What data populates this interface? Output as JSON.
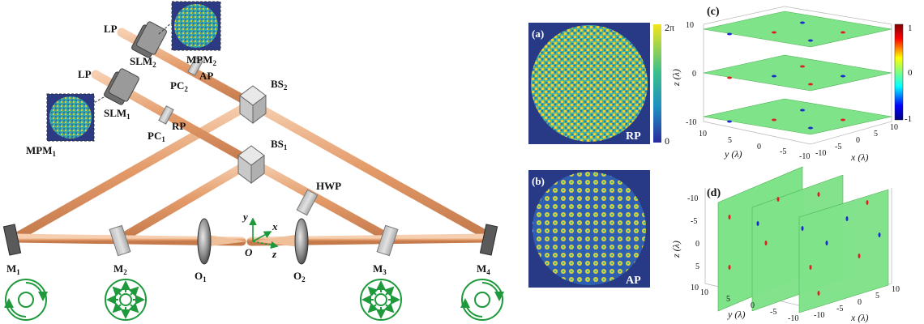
{
  "setup": {
    "labels": {
      "lp_top": "LP",
      "lp_mid": "LP",
      "slm2": "SLM",
      "slm2_sub": "2",
      "slm1": "SLM",
      "slm1_sub": "1",
      "mpm2": "MPM",
      "mpm2_sub": "2",
      "mpm1": "MPM",
      "mpm1_sub": "1",
      "pc2": "PC",
      "pc2_sub": "2",
      "pc1": "PC",
      "pc1_sub": "1",
      "ap": "AP",
      "rp": "RP",
      "bs2": "BS",
      "bs2_sub": "2",
      "bs1": "BS",
      "bs1_sub": "1",
      "hwp": "HWP",
      "m1": "M",
      "m1_sub": "1",
      "m2": "M",
      "m2_sub": "2",
      "m3": "M",
      "m3_sub": "3",
      "m4": "M",
      "m4_sub": "4",
      "o1": "O",
      "o1_sub": "1",
      "o2": "O",
      "o2_sub": "2",
      "axis_y": "y",
      "axis_x": "x",
      "axis_z": "z",
      "axis_o": "O"
    },
    "colors": {
      "beam": "#e8a878",
      "beam_dark": "#c07a48",
      "polarization": "#1e9a3c",
      "optic_gray": "#8a8a8a"
    }
  },
  "phase_panels": {
    "a_tag": "(a)",
    "a_label": "RP",
    "b_tag": "(b)",
    "b_label": "AP",
    "colorbar_max": "2π",
    "colorbar_min": "0"
  },
  "plot_c": {
    "tag": "(c)",
    "z_ticks": [
      "10",
      "0",
      "-10"
    ],
    "z_label": "z (λ)",
    "y_label": "y (λ)",
    "x_label": "x (λ)",
    "y_ticks": [
      "10",
      "5",
      "0",
      "-5",
      "-10"
    ],
    "x_ticks": [
      "-10",
      "-5",
      "0",
      "5",
      "10"
    ],
    "colorbar_ticks": [
      "1",
      "0",
      "-1"
    ]
  },
  "plot_d": {
    "tag": "(d)",
    "z_ticks": [
      "-10",
      "-5",
      "0",
      "5",
      "10"
    ],
    "z_label": "z (λ)",
    "y_label": "y (λ)",
    "x_label": "x (λ)",
    "y_ticks": [
      "10",
      "5",
      "0",
      "-5",
      "-10"
    ],
    "x_ticks": [
      "-10",
      "-5",
      "0",
      "5",
      "10"
    ]
  }
}
